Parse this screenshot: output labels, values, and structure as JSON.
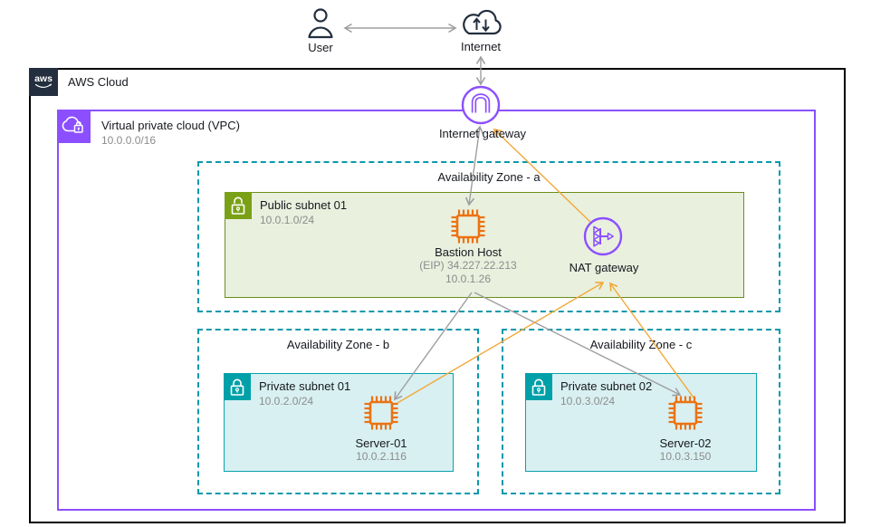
{
  "colors": {
    "accent_purple": "#8C4FFF",
    "accent_teal_dash": "#0899AB",
    "accent_olive": "#7AA116",
    "accent_teal": "#00A0A8",
    "accent_orange": "#EC7211",
    "accent_navy": "#232F3E",
    "arrow_gray": "#9E9EA0",
    "arrow_yellow": "#F2A93B",
    "subnet_public_fill": "#E9F0DE",
    "subnet_private_fill": "#D8F0F2"
  },
  "external": {
    "user_label": "User",
    "internet_label": "Internet"
  },
  "aws_cloud": {
    "logo_text": "aws",
    "label": "AWS Cloud"
  },
  "vpc": {
    "label": "Virtual private cloud (VPC)",
    "cidr": "10.0.0.0/16"
  },
  "internet_gateway": {
    "label": "Internet gateway"
  },
  "nat_gateway": {
    "label": "NAT gateway"
  },
  "az_a": {
    "label": "Availability Zone - a",
    "subnet": {
      "name": "Public subnet 01",
      "cidr": "10.0.1.0/24"
    },
    "bastion": {
      "name": "Bastion Host",
      "eip": "(EIP) 34.227.22.213",
      "private_ip": "10.0.1.26"
    }
  },
  "az_b": {
    "label": "Availability Zone - b",
    "subnet": {
      "name": "Private subnet 01",
      "cidr": "10.0.2.0/24"
    },
    "server": {
      "name": "Server-01",
      "ip": "10.0.2.116"
    }
  },
  "az_c": {
    "label": "Availability Zone - c",
    "subnet": {
      "name": "Private subnet 02",
      "cidr": "10.0.3.0/24"
    },
    "server": {
      "name": "Server-02",
      "ip": "10.0.3.150"
    }
  }
}
